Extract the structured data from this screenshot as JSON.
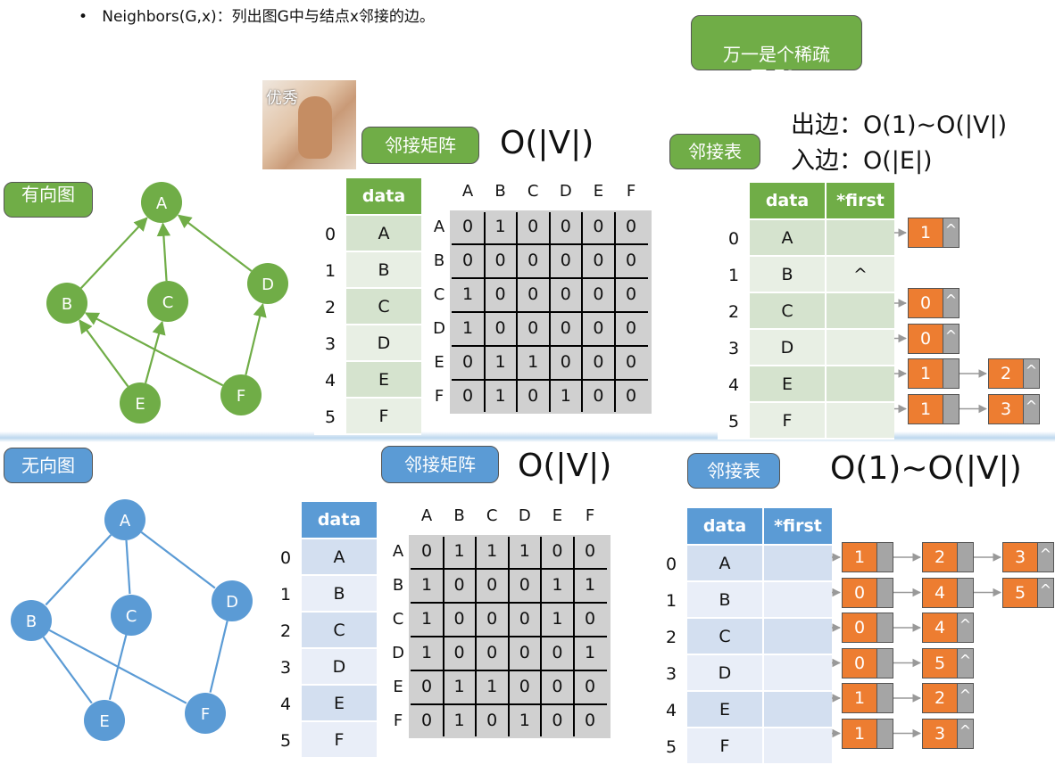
{
  "header_text": "Neighbors(G,x)：列出图G中与结点x邻接的边。",
  "bullet": "•",
  "photo_label": "优秀",
  "bubbles": {
    "sparse": "万一是个稀疏\n图呢？",
    "directed": "有向图",
    "undirected": "无向图",
    "matrix_top": "邻接矩阵",
    "list_top": "邻接表",
    "matrix_bottom": "邻接矩阵",
    "list_bottom": "邻接表"
  },
  "complexity": {
    "matrix_top": "O(|V|)",
    "out_edge": "出边：O(1)~O(|V|)",
    "in_edge": "入边：O(|E|)",
    "matrix_bottom": "O(|V|)",
    "list_bottom": "O(1)~O(|V|)"
  },
  "vertices": [
    "A",
    "B",
    "C",
    "D",
    "E",
    "F"
  ],
  "indices": [
    "0",
    "1",
    "2",
    "3",
    "4",
    "5"
  ],
  "table_headers": {
    "data": "data",
    "first": "*first"
  },
  "directed_matrix": [
    [
      0,
      1,
      0,
      0,
      0,
      0
    ],
    [
      0,
      0,
      0,
      0,
      0,
      0
    ],
    [
      1,
      0,
      0,
      0,
      0,
      0
    ],
    [
      1,
      0,
      0,
      0,
      0,
      0
    ],
    [
      0,
      1,
      1,
      0,
      0,
      0
    ],
    [
      0,
      1,
      0,
      1,
      0,
      0
    ]
  ],
  "undirected_matrix": [
    [
      0,
      1,
      1,
      1,
      0,
      0
    ],
    [
      1,
      0,
      0,
      0,
      1,
      1
    ],
    [
      1,
      0,
      0,
      0,
      1,
      0
    ],
    [
      1,
      0,
      0,
      0,
      0,
      1
    ],
    [
      0,
      1,
      1,
      0,
      0,
      0
    ],
    [
      0,
      1,
      0,
      1,
      0,
      0
    ]
  ],
  "directed_list": [
    [
      1
    ],
    [],
    [
      0
    ],
    [
      0
    ],
    [
      1,
      2
    ],
    [
      1,
      3
    ]
  ],
  "undirected_list": [
    [
      1,
      2,
      3
    ],
    [
      0,
      4,
      5
    ],
    [
      0,
      4
    ],
    [
      0,
      5
    ],
    [
      1,
      2
    ],
    [
      1,
      3
    ]
  ],
  "null_symbol": "^",
  "directed_edges": [
    [
      "B",
      "A"
    ],
    [
      "C",
      "A"
    ],
    [
      "D",
      "A"
    ],
    [
      "E",
      "B"
    ],
    [
      "E",
      "C"
    ],
    [
      "F",
      "B"
    ],
    [
      "F",
      "D"
    ]
  ],
  "undirected_edges": [
    [
      "A",
      "B"
    ],
    [
      "A",
      "C"
    ],
    [
      "A",
      "D"
    ],
    [
      "B",
      "E"
    ],
    [
      "B",
      "F"
    ],
    [
      "C",
      "E"
    ],
    [
      "D",
      "F"
    ]
  ],
  "colors": {
    "green": "#70ad47",
    "blue": "#5b9bd5",
    "orange": "#ed7d31",
    "gray": "#a5a5a5"
  }
}
